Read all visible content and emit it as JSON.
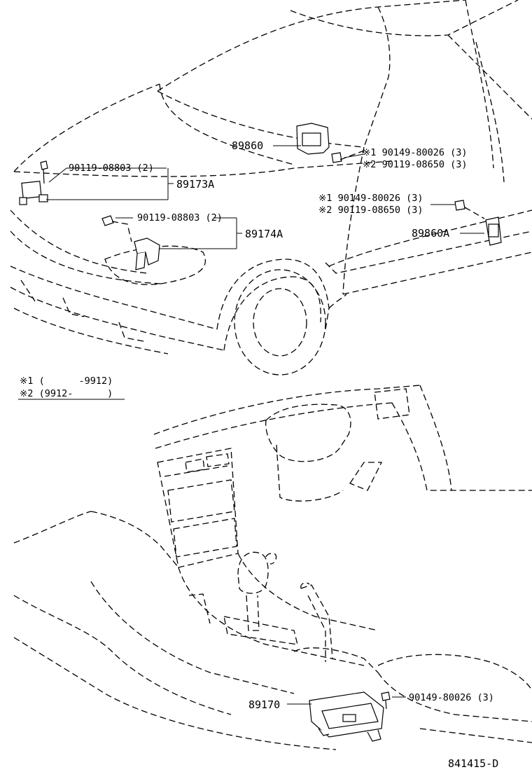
{
  "diagram": {
    "callouts": {
      "c89860": "89860",
      "c89860a": "89860A",
      "c89173a": "89173A",
      "c89174a": "89174A",
      "c89170": "89170",
      "bolt_173a": "90119-08803 (2)",
      "bolt_174a": "90119-08803 (2)",
      "bolt_860_1": "※1 90149-80026 (3)",
      "bolt_860_2": "※2 90119-08650 (3)",
      "bolt_860a_1": "※1 90149-80026 (3)",
      "bolt_860a_2": "※2 90119-08650 (3)",
      "bolt_170": "90149-80026 (3)"
    },
    "legend": {
      "note1": "※1 (      -9912)",
      "note2": "※2 (9912-      )"
    },
    "figure_id": "841415-D"
  }
}
